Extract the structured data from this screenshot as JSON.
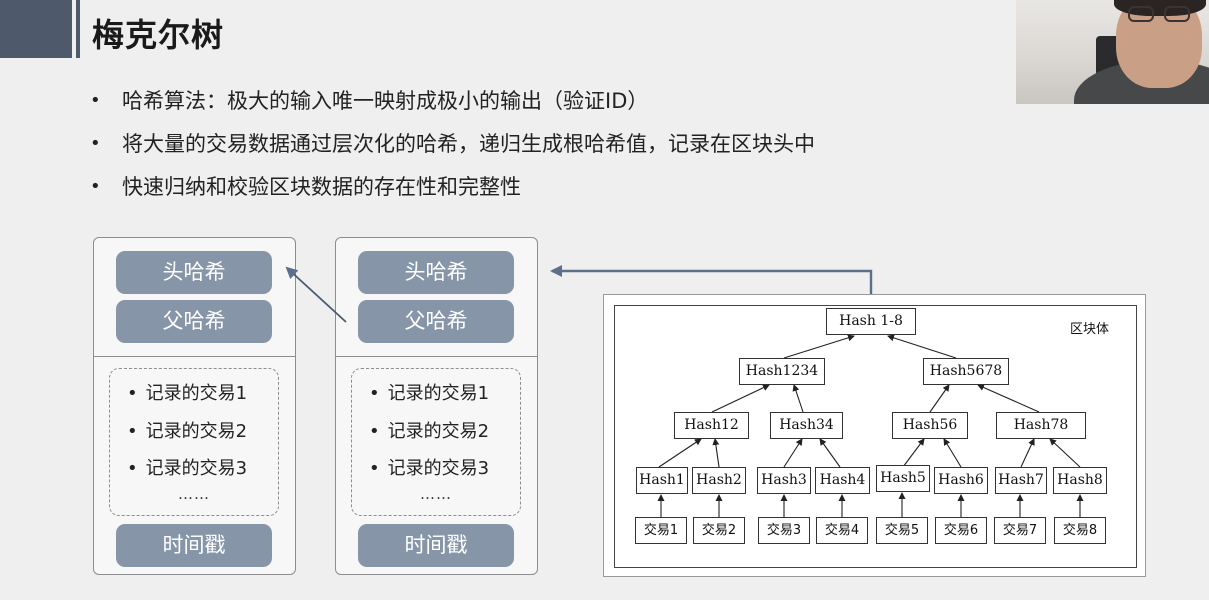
{
  "page": {
    "title": "梅克尔树"
  },
  "bullets": [
    "哈希算法：极大的输入唯一映射成极小的输出（验证ID）",
    "将大量的交易数据通过层次化的哈希，递归生成根哈希值，记录在区块头中",
    "快速归纳和校验区块数据的存在性和完整性"
  ],
  "bullet_glyph": "•",
  "blocks": [
    {
      "header_hash": "头哈希",
      "parent_hash": "父哈希",
      "transactions": [
        "记录的交易1",
        "记录的交易2",
        "记录的交易3"
      ],
      "ellipsis": "……",
      "timestamp": "时间戳"
    },
    {
      "header_hash": "头哈希",
      "parent_hash": "父哈希",
      "transactions": [
        "记录的交易1",
        "记录的交易2",
        "记录的交易3"
      ],
      "ellipsis": "……",
      "timestamp": "时间戳"
    }
  ],
  "merkle": {
    "block_label": "区块体",
    "root": "Hash 1-8",
    "level2": [
      "Hash1234",
      "Hash5678"
    ],
    "level3": [
      "Hash12",
      "Hash34",
      "Hash56",
      "Hash78"
    ],
    "level4": [
      "Hash1",
      "Hash2",
      "Hash3",
      "Hash4",
      "Hash5",
      "Hash6",
      "Hash7",
      "Hash8"
    ],
    "transactions": [
      "交易1",
      "交易2",
      "交易3",
      "交易4",
      "交易5",
      "交易6",
      "交易7",
      "交易8"
    ]
  },
  "colors": {
    "pill": "#8795a8",
    "arrow": "#5b6f8a",
    "title_bar": "#4e5a6c"
  }
}
